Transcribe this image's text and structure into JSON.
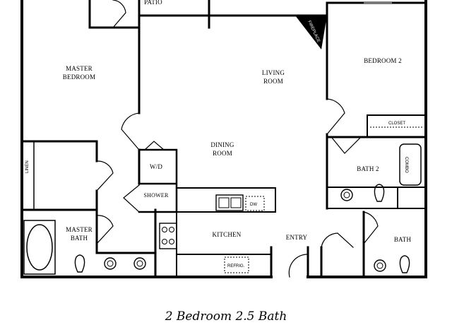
{
  "rooms": {
    "patio": "PATIO",
    "master_bedroom": [
      "MASTER",
      "BEDROOM"
    ],
    "living_room": [
      "LIVING",
      "ROOM"
    ],
    "bedroom2": "BEDROOM 2",
    "dining_room": [
      "DINING",
      "ROOM"
    ],
    "wd": "W/D",
    "shower": "SHOWER",
    "master_bath": [
      "MASTER",
      "BATH"
    ],
    "kitchen": "KITCHEN",
    "entry": "ENTRY",
    "bath2": "BATH 2",
    "bath": "BATH"
  },
  "fixtures": {
    "fireplace": "FIREPLACE",
    "closet": "CLOSET",
    "combo": "COMBO",
    "linen": "LINEN",
    "dw": "DW",
    "refrig": "REFRIG."
  },
  "caption": "2 Bedroom 2.5 Bath"
}
